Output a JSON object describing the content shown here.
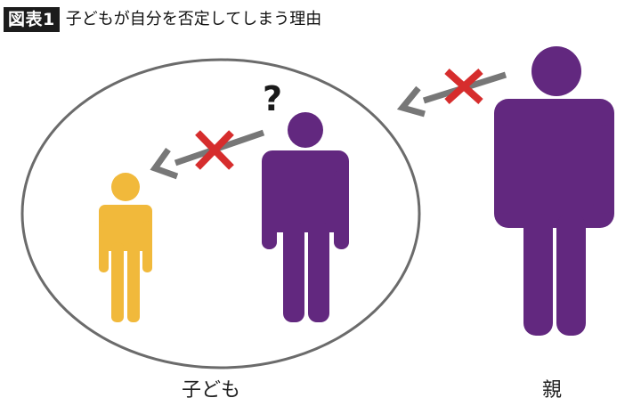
{
  "header": {
    "badge": "図表1",
    "title": "子どもが自分を否定してしまう理由"
  },
  "diagram": {
    "question_mark": "?",
    "labels": {
      "child": "子ども",
      "parent": "親"
    },
    "colors": {
      "parent_figure": "#62287f",
      "self_figure": "#62287f",
      "child_figure": "#f1b93b",
      "arrow": "#777777",
      "cross": "#d62d2d",
      "ellipse": "#6b6b6b"
    }
  }
}
